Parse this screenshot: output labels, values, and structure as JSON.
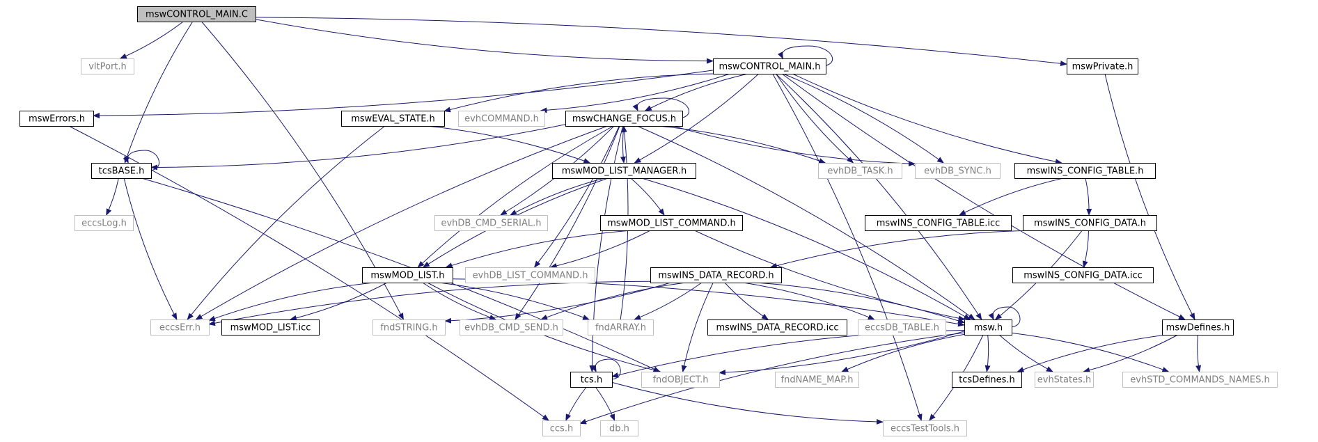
{
  "graph": {
    "colors": {
      "edge": "#191970",
      "root_fill": "#bfbfbf",
      "node_border": "#000000",
      "missing_border": "#bfbfbf",
      "missing_text": "#7f7f7f",
      "text": "#000000"
    },
    "nodes": [
      {
        "id": "root",
        "label": "mswCONTROL_MAIN.C",
        "kind": "root"
      },
      {
        "id": "vltPort",
        "label": "vltPort.h",
        "kind": "missing"
      },
      {
        "id": "ctrlMainH",
        "label": "mswCONTROL_MAIN.h",
        "kind": "file"
      },
      {
        "id": "mswPrivate",
        "label": "mswPrivate.h",
        "kind": "file"
      },
      {
        "id": "mswErrors",
        "label": "mswErrors.h",
        "kind": "file"
      },
      {
        "id": "mswEval",
        "label": "mswEVAL_STATE.h",
        "kind": "file"
      },
      {
        "id": "evhCommand",
        "label": "evhCOMMAND.h",
        "kind": "missing"
      },
      {
        "id": "changeFocus",
        "label": "mswCHANGE_FOCUS.h",
        "kind": "file"
      },
      {
        "id": "tcsBase",
        "label": "tcsBASE.h",
        "kind": "file"
      },
      {
        "id": "modListMgr",
        "label": "mswMOD_LIST_MANAGER.h",
        "kind": "file"
      },
      {
        "id": "evhTask",
        "label": "evhDB_TASK.h",
        "kind": "missing"
      },
      {
        "id": "evhSync",
        "label": "evhDB_SYNC.h",
        "kind": "missing"
      },
      {
        "id": "insCfgTable",
        "label": "mswINS_CONFIG_TABLE.h",
        "kind": "file"
      },
      {
        "id": "eccsLog",
        "label": "eccsLog.h",
        "kind": "missing"
      },
      {
        "id": "cmdSerial",
        "label": "evhDB_CMD_SERIAL.h",
        "kind": "missing"
      },
      {
        "id": "modListCmd",
        "label": "mswMOD_LIST_COMMAND.h",
        "kind": "file"
      },
      {
        "id": "insCfgTableIcc",
        "label": "mswINS_CONFIG_TABLE.icc",
        "kind": "file"
      },
      {
        "id": "insCfgData",
        "label": "mswINS_CONFIG_DATA.h",
        "kind": "file"
      },
      {
        "id": "modList",
        "label": "mswMOD_LIST.h",
        "kind": "file"
      },
      {
        "id": "listCommand",
        "label": "evhDB_LIST_COMMAND.h",
        "kind": "missing"
      },
      {
        "id": "insDataRec",
        "label": "mswINS_DATA_RECORD.h",
        "kind": "file"
      },
      {
        "id": "insCfgDataIcc",
        "label": "mswINS_CONFIG_DATA.icc",
        "kind": "file"
      },
      {
        "id": "eccsErr",
        "label": "eccsErr.h",
        "kind": "missing"
      },
      {
        "id": "modListIcc",
        "label": "mswMOD_LIST.icc",
        "kind": "file"
      },
      {
        "id": "fndString",
        "label": "fndSTRING.h",
        "kind": "missing"
      },
      {
        "id": "cmdSend",
        "label": "evhDB_CMD_SEND.h",
        "kind": "missing"
      },
      {
        "id": "fndArray",
        "label": "fndARRAY.h",
        "kind": "missing"
      },
      {
        "id": "insDataRecIcc",
        "label": "mswINS_DATA_RECORD.icc",
        "kind": "file"
      },
      {
        "id": "eccsDbTable",
        "label": "eccsDB_TABLE.h",
        "kind": "missing"
      },
      {
        "id": "mswH",
        "label": "msw.h",
        "kind": "file"
      },
      {
        "id": "mswDefines",
        "label": "mswDefines.h",
        "kind": "file"
      },
      {
        "id": "tcsH",
        "label": "tcs.h",
        "kind": "file"
      },
      {
        "id": "fndObject",
        "label": "fndOBJECT.h",
        "kind": "missing"
      },
      {
        "id": "fndNameMap",
        "label": "fndNAME_MAP.h",
        "kind": "missing"
      },
      {
        "id": "tcsDefines",
        "label": "tcsDefines.h",
        "kind": "file"
      },
      {
        "id": "evhStates",
        "label": "evhStates.h",
        "kind": "missing"
      },
      {
        "id": "evhStdCmdNames",
        "label": "evhSTD_COMMANDS_NAMES.h",
        "kind": "missing"
      },
      {
        "id": "ccsH",
        "label": "ccs.h",
        "kind": "missing"
      },
      {
        "id": "dbH",
        "label": "db.h",
        "kind": "missing"
      },
      {
        "id": "eccsTestTools",
        "label": "eccsTestTools.h",
        "kind": "missing"
      }
    ],
    "edges": [
      [
        "root",
        "vltPort"
      ],
      [
        "root",
        "ctrlMainH"
      ],
      [
        "root",
        "mswPrivate"
      ],
      [
        "root",
        "tcsBase"
      ],
      [
        "root",
        "fndString"
      ],
      [
        "ctrlMainH",
        "ctrlMainH"
      ],
      [
        "ctrlMainH",
        "mswErrors"
      ],
      [
        "ctrlMainH",
        "mswEval"
      ],
      [
        "ctrlMainH",
        "evhCommand"
      ],
      [
        "ctrlMainH",
        "changeFocus"
      ],
      [
        "ctrlMainH",
        "modListMgr"
      ],
      [
        "ctrlMainH",
        "evhTask"
      ],
      [
        "ctrlMainH",
        "evhSync"
      ],
      [
        "ctrlMainH",
        "insCfgTable"
      ],
      [
        "ctrlMainH",
        "mswH"
      ],
      [
        "ctrlMainH",
        "mswDefines"
      ],
      [
        "ctrlMainH",
        "eccsTestTools"
      ],
      [
        "mswPrivate",
        "mswDefines"
      ],
      [
        "mswErrors",
        "ccsH"
      ],
      [
        "mswEval",
        "eccsErr"
      ],
      [
        "mswEval",
        "modListMgr"
      ],
      [
        "changeFocus",
        "changeFocus"
      ],
      [
        "changeFocus",
        "tcsBase"
      ],
      [
        "changeFocus",
        "modListMgr"
      ],
      [
        "changeFocus",
        "evhTask"
      ],
      [
        "changeFocus",
        "evhSync"
      ],
      [
        "changeFocus",
        "cmdSerial"
      ],
      [
        "changeFocus",
        "modList"
      ],
      [
        "changeFocus",
        "listCommand"
      ],
      [
        "changeFocus",
        "eccsErr"
      ],
      [
        "changeFocus",
        "cmdSend"
      ],
      [
        "changeFocus",
        "tcsH"
      ],
      [
        "changeFocus",
        "mswH"
      ],
      [
        "tcsBase",
        "tcsBase"
      ],
      [
        "tcsBase",
        "eccsLog"
      ],
      [
        "tcsBase",
        "eccsErr"
      ],
      [
        "tcsBase",
        "fndObject"
      ],
      [
        "modListMgr",
        "cmdSerial"
      ],
      [
        "modListMgr",
        "modListCmd"
      ],
      [
        "modListMgr",
        "modList"
      ],
      [
        "modListMgr",
        "mswH"
      ],
      [
        "insCfgTable",
        "insCfgTableIcc"
      ],
      [
        "insCfgTable",
        "insCfgData"
      ],
      [
        "modListCmd",
        "modList"
      ],
      [
        "modListCmd",
        "listCommand"
      ],
      [
        "modListCmd",
        "mswH"
      ],
      [
        "insCfgData",
        "insCfgDataIcc"
      ],
      [
        "insCfgData",
        "insDataRec"
      ],
      [
        "insCfgData",
        "mswH"
      ],
      [
        "modList",
        "eccsErr"
      ],
      [
        "modList",
        "modListIcc"
      ],
      [
        "modList",
        "cmdSend"
      ],
      [
        "modList",
        "fndArray"
      ],
      [
        "modList",
        "fndObject"
      ],
      [
        "modList",
        "mswH"
      ],
      [
        "insDataRec",
        "eccsErr"
      ],
      [
        "insDataRec",
        "fndString"
      ],
      [
        "insDataRec",
        "cmdSend"
      ],
      [
        "insDataRec",
        "fndArray"
      ],
      [
        "insDataRec",
        "insDataRecIcc"
      ],
      [
        "insDataRec",
        "eccsDbTable"
      ],
      [
        "insDataRec",
        "fndObject"
      ],
      [
        "insDataRec",
        "mswH"
      ],
      [
        "fndArray",
        "changeFocus"
      ],
      [
        "mswH",
        "mswH"
      ],
      [
        "mswH",
        "tcsH"
      ],
      [
        "mswH",
        "fndObject"
      ],
      [
        "mswH",
        "fndNameMap"
      ],
      [
        "mswH",
        "tcsDefines"
      ],
      [
        "mswH",
        "evhStates"
      ],
      [
        "mswH",
        "evhStdCmdNames"
      ],
      [
        "mswH",
        "ccsH"
      ],
      [
        "mswH",
        "eccsTestTools"
      ],
      [
        "mswDefines",
        "tcsDefines"
      ],
      [
        "mswDefines",
        "evhStates"
      ],
      [
        "mswDefines",
        "evhStdCmdNames"
      ],
      [
        "tcsH",
        "tcsH"
      ],
      [
        "tcsH",
        "ccsH"
      ],
      [
        "tcsH",
        "dbH"
      ],
      [
        "tcsH",
        "eccsTestTools"
      ]
    ]
  }
}
